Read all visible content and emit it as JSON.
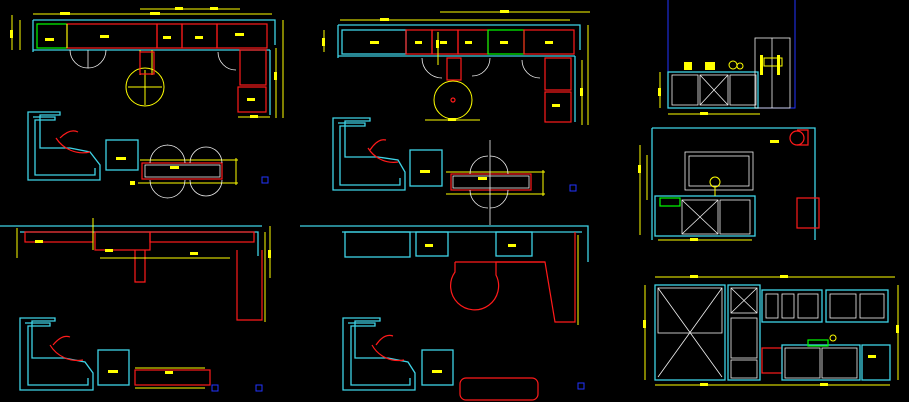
{
  "drawing": {
    "background": "#000000",
    "colors": {
      "walls": "#3fd3e6",
      "dimensions": "#ffff00",
      "cabinets": "#ff1a1a",
      "doors": "#f2f2f2",
      "appliances": "#00ff00",
      "markers": "#2233ff"
    },
    "views": [
      {
        "id": "plan-1",
        "kind": "floor plan"
      },
      {
        "id": "plan-2",
        "kind": "floor plan"
      },
      {
        "id": "plan-3",
        "kind": "floor plan"
      },
      {
        "id": "plan-4",
        "kind": "floor plan"
      },
      {
        "id": "plan-5",
        "kind": "floor plan"
      },
      {
        "id": "plan-6",
        "kind": "floor plan"
      },
      {
        "id": "plan-7",
        "kind": "floor plan"
      },
      {
        "id": "plan-8",
        "kind": "floor plan"
      },
      {
        "id": "elevation-1",
        "kind": "elevation"
      },
      {
        "id": "elevation-2",
        "kind": "elevation"
      },
      {
        "id": "elevation-3",
        "kind": "elevation"
      }
    ]
  }
}
